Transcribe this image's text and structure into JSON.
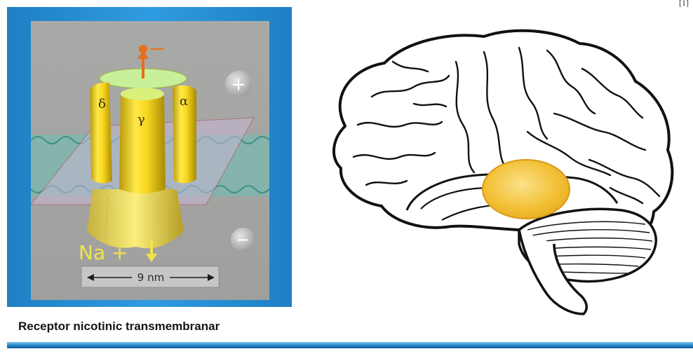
{
  "receptor": {
    "subunits": [
      "δ",
      "γ",
      "α"
    ],
    "ion_label": "Na +",
    "scale_label": "9 nm",
    "plus_symbol": "+",
    "minus_symbol": "−"
  },
  "caption": "Receptor nicotinic transmembranar",
  "top_note": "[1]",
  "colors": {
    "panel_blue": "#1f7fc4",
    "receptor_yellow": "#f2d21a",
    "ion_label_yellow": "#f3e34a",
    "highlight_orange": "#f0b623",
    "membrane_teal": "#4fa8a0"
  },
  "icons": [
    "plus-icon",
    "minus-icon",
    "down-arrow-icon",
    "up-arrow-icon",
    "double-arrow-icon"
  ]
}
